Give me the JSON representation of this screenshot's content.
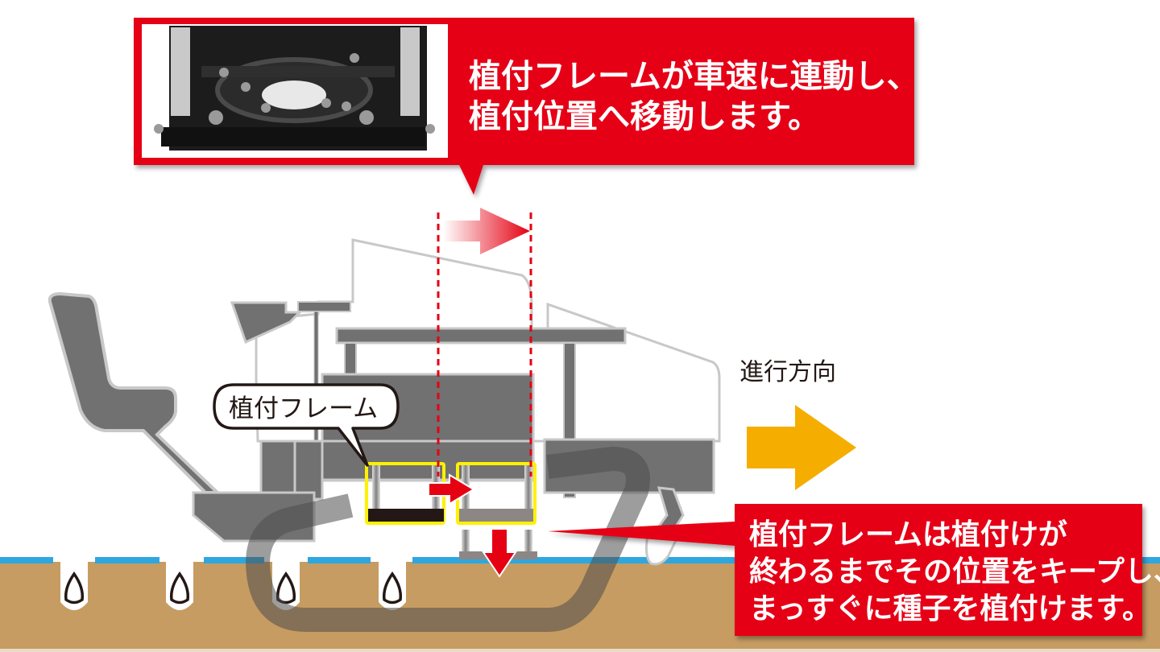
{
  "top_callout": {
    "lines": [
      "植付フレームが車速に連動し、",
      "植付位置へ移動します。"
    ],
    "photo_alt": "planting-frame-mechanism-photo"
  },
  "bottom_callout": {
    "lines": [
      "植付フレームは植付けが",
      "終わるまでその位置をキープし、",
      "まっすぐに種子を植付けます。"
    ]
  },
  "frame_label": "植付フレーム",
  "direction_label": "進行方向",
  "colors": {
    "callout_red": "#e50012",
    "arrow_red": "#e50012",
    "direction_arrow": "#f5ae00",
    "machine_gray": "#717171",
    "machine_outline": "#c8c8c8",
    "soil": "#c69c62",
    "water": "#2ea7e0",
    "frame_highlight": "#fff100",
    "seed_outline": "#231815"
  },
  "seeds": {
    "count": 4
  }
}
